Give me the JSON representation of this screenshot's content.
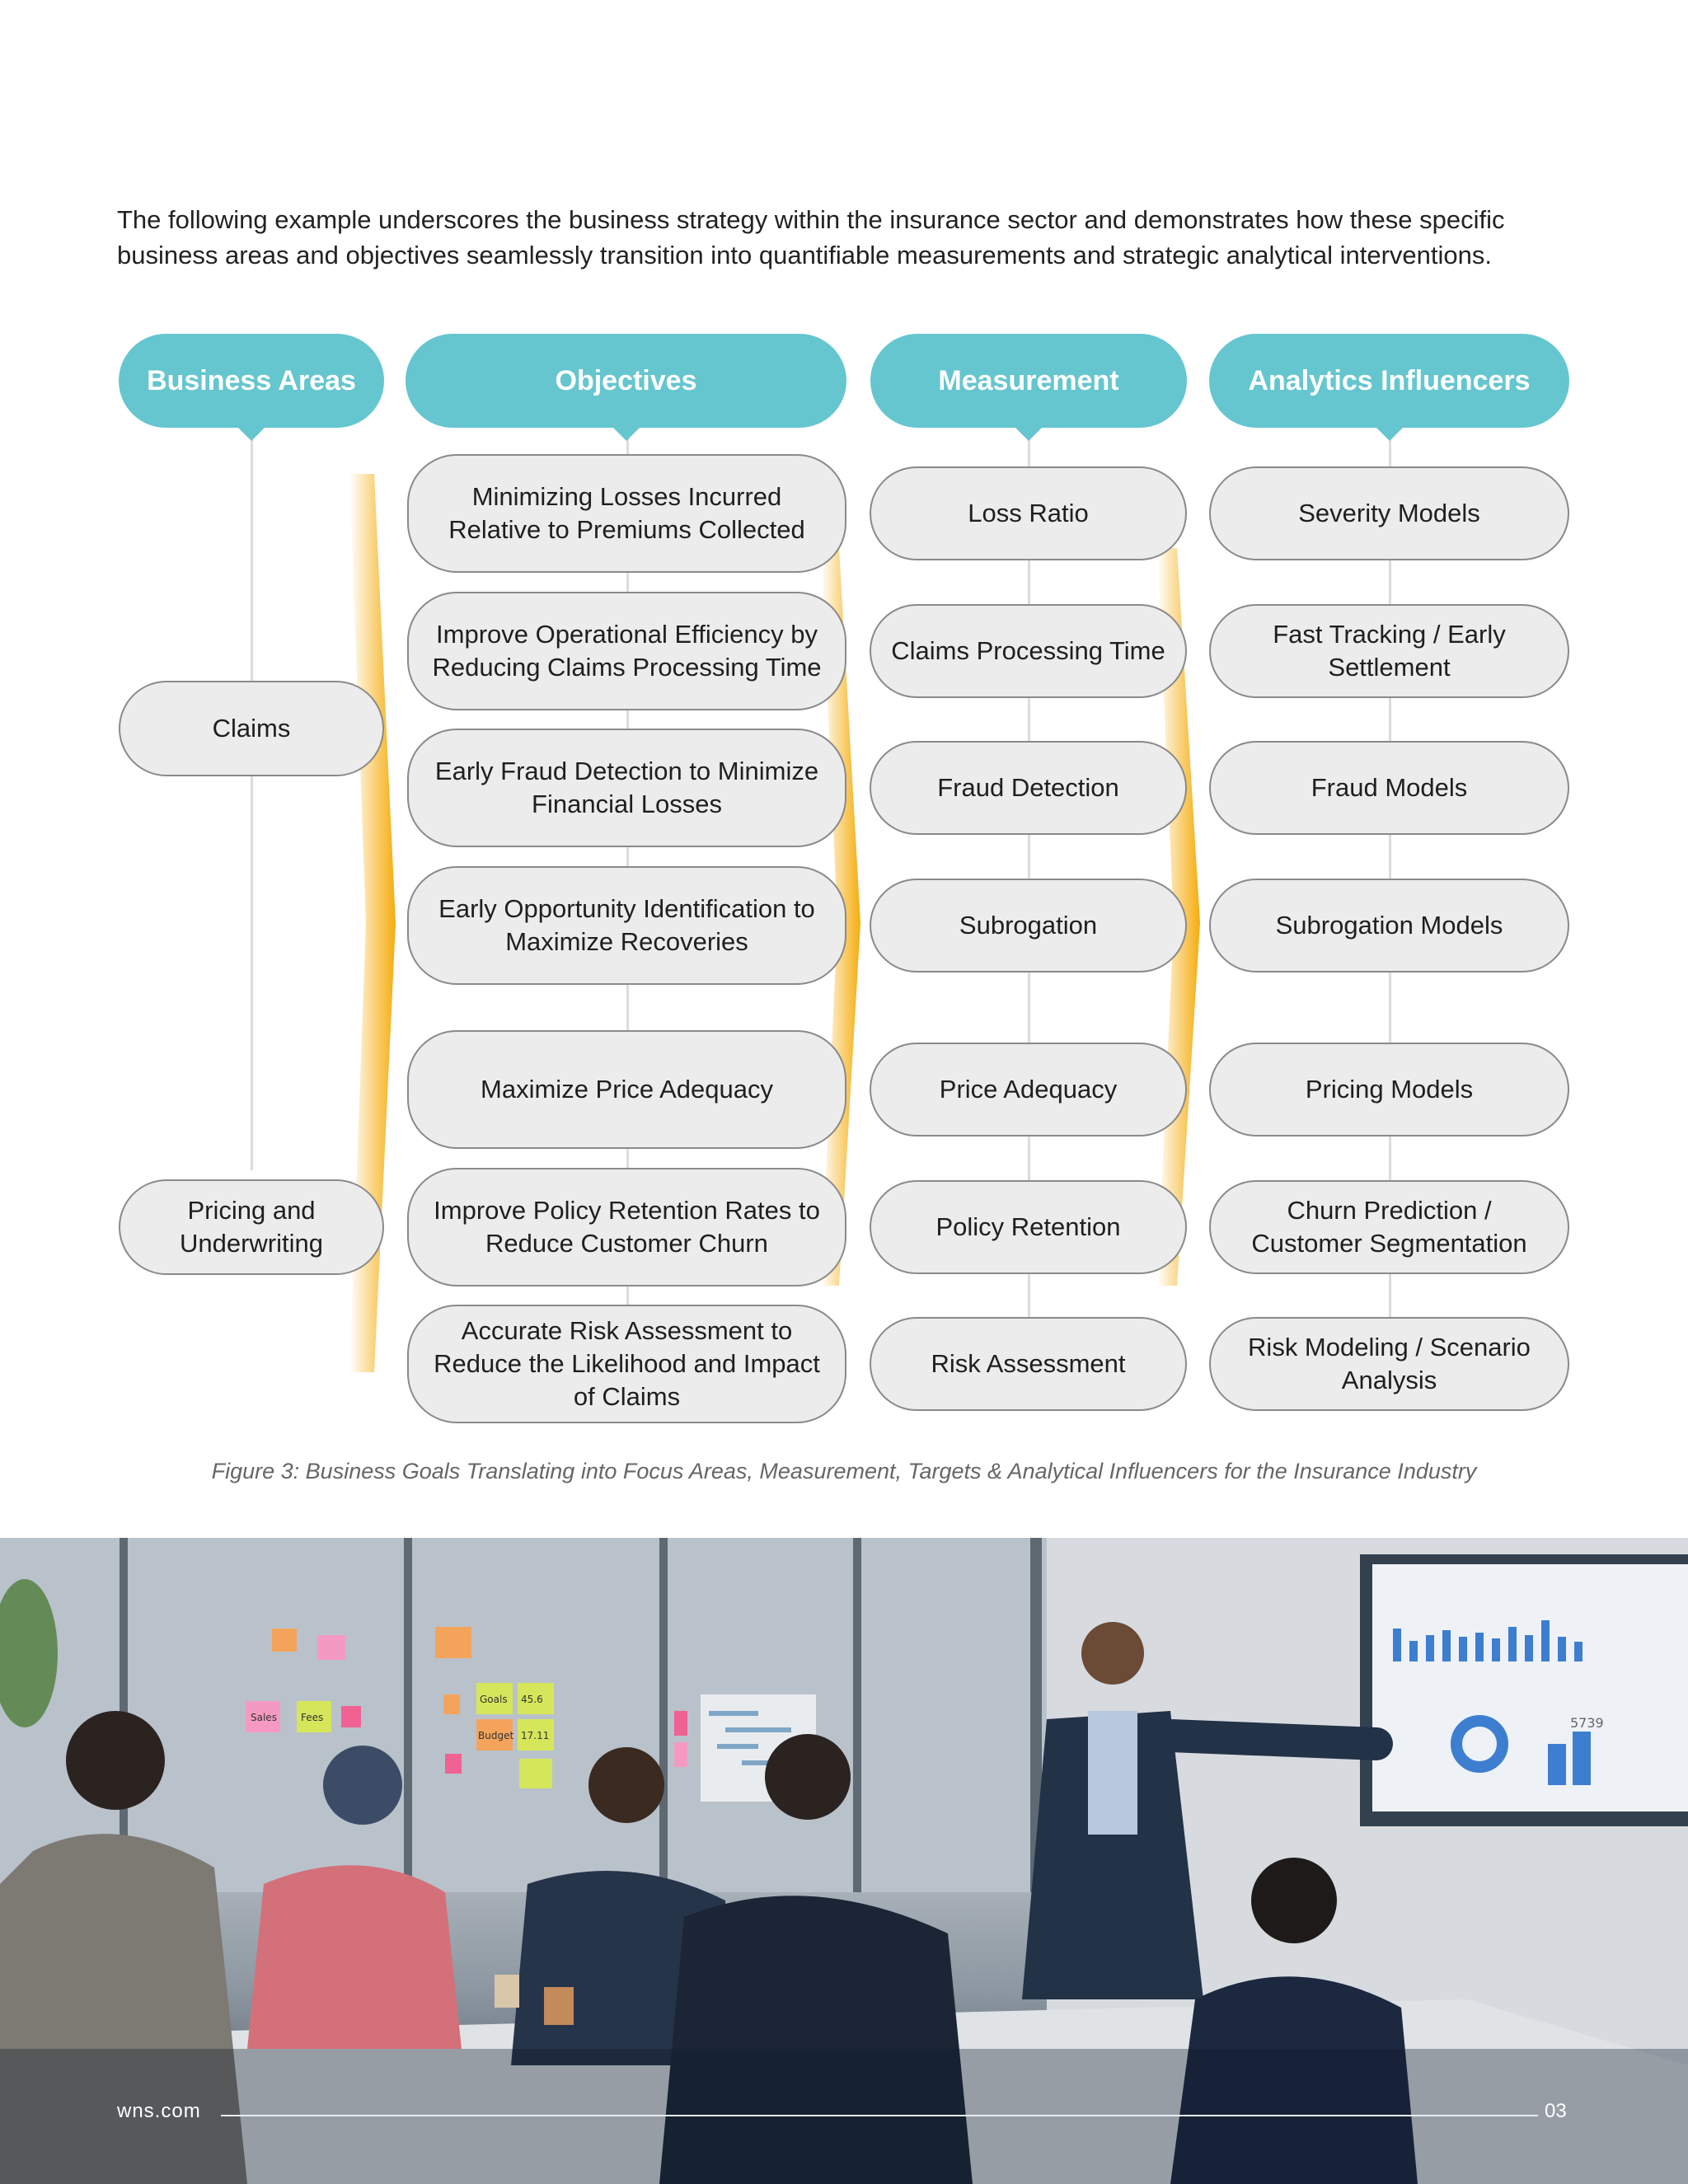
{
  "intro": "The following example underscores the business strategy within the insurance sector and demonstrates how these specific business areas and objectives seamlessly transition into quantifiable measurements and strategic analytical interventions.",
  "headers": {
    "business_areas": "Business Areas",
    "objectives": "Objectives",
    "measurement": "Measurement",
    "analytics": "Analytics Influencers"
  },
  "business_areas": [
    "Claims",
    "Pricing and Underwriting"
  ],
  "objectives": [
    "Minimizing Losses Incurred Relative to Premiums Collected",
    "Improve Operational Efficiency by Reducing Claims Processing Time",
    "Early Fraud Detection to Minimize Financial Losses",
    "Early Opportunity Identification to Maximize Recoveries",
    "Maximize Price Adequacy",
    "Improve Policy Retention Rates to Reduce Customer Churn",
    "Accurate Risk Assessment to Reduce the Likelihood and Impact of Claims"
  ],
  "measurements": [
    "Loss Ratio",
    "Claims Processing Time",
    "Fraud Detection",
    "Subrogation",
    "Price Adequacy",
    "Policy Retention",
    "Risk Assessment"
  ],
  "analytics": [
    "Severity Models",
    "Fast Tracking / Early Settlement",
    "Fraud Models",
    "Subrogation Models",
    "Pricing Models",
    "Churn Prediction / Customer Segmentation",
    "Risk Modeling / Scenario Analysis"
  ],
  "caption": "Figure 3: Business Goals Translating into Focus Areas, Measurement, Targets & Analytical Influencers for the Insurance Industry",
  "photo": {
    "sticky_notes": [
      "Sales",
      "Fees",
      "Goals",
      "45.6",
      "Budget",
      "17.11"
    ],
    "screen_value": "5739"
  },
  "footer": {
    "site": "wns.com",
    "page": "03"
  },
  "colors": {
    "header_teal": "#65c6cf",
    "pill_fill": "#ececec",
    "arrow_orange": "#f5a800"
  }
}
